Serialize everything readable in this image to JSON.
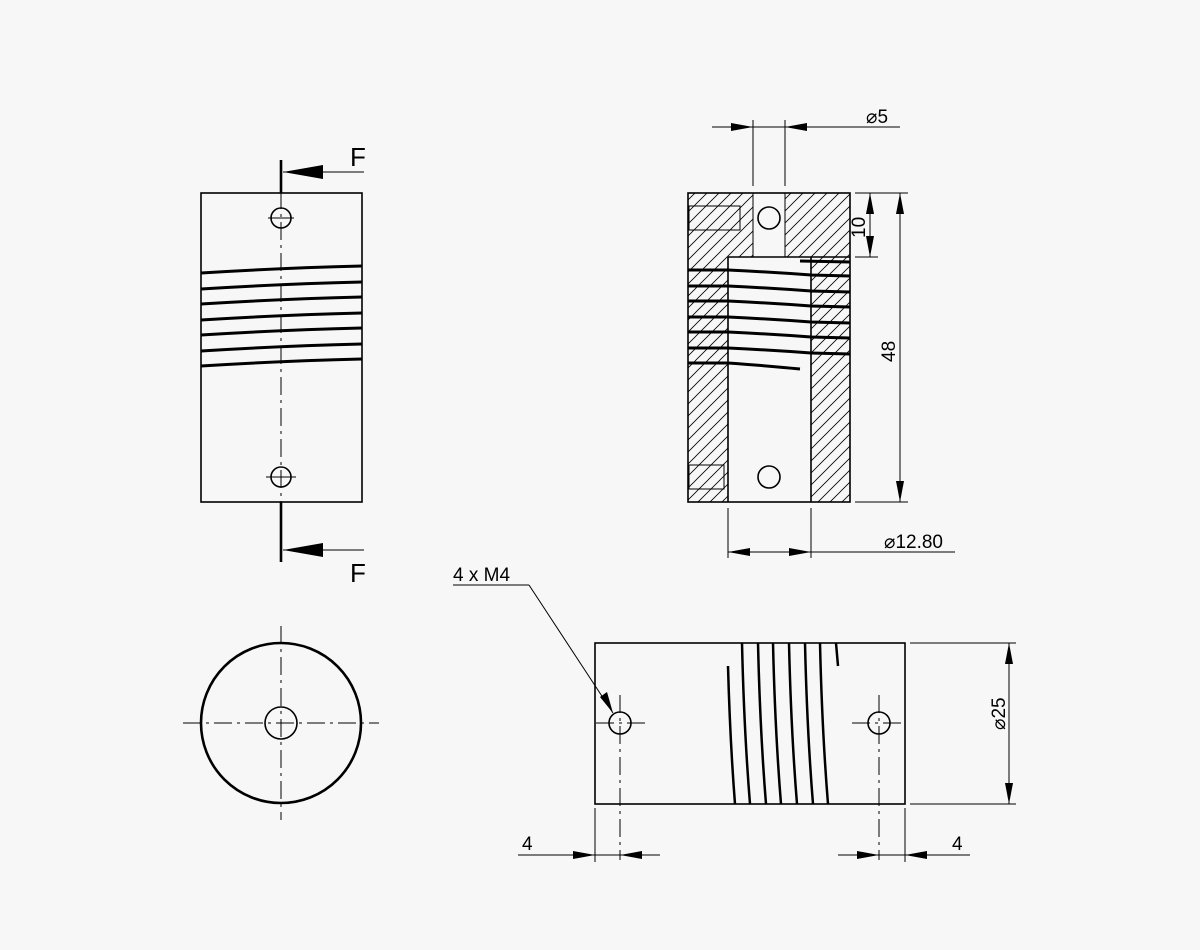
{
  "section_marks": {
    "top": "F",
    "bottom": "F"
  },
  "dimensions": {
    "bore_hole": "⌀5",
    "clamp_offset": "10",
    "overall_length": "48",
    "bore_diameter": "⌀12.80",
    "thread_callout": "4 x  M4",
    "outer_diameter": "⌀25",
    "left_edge": "4",
    "right_edge": "4"
  }
}
